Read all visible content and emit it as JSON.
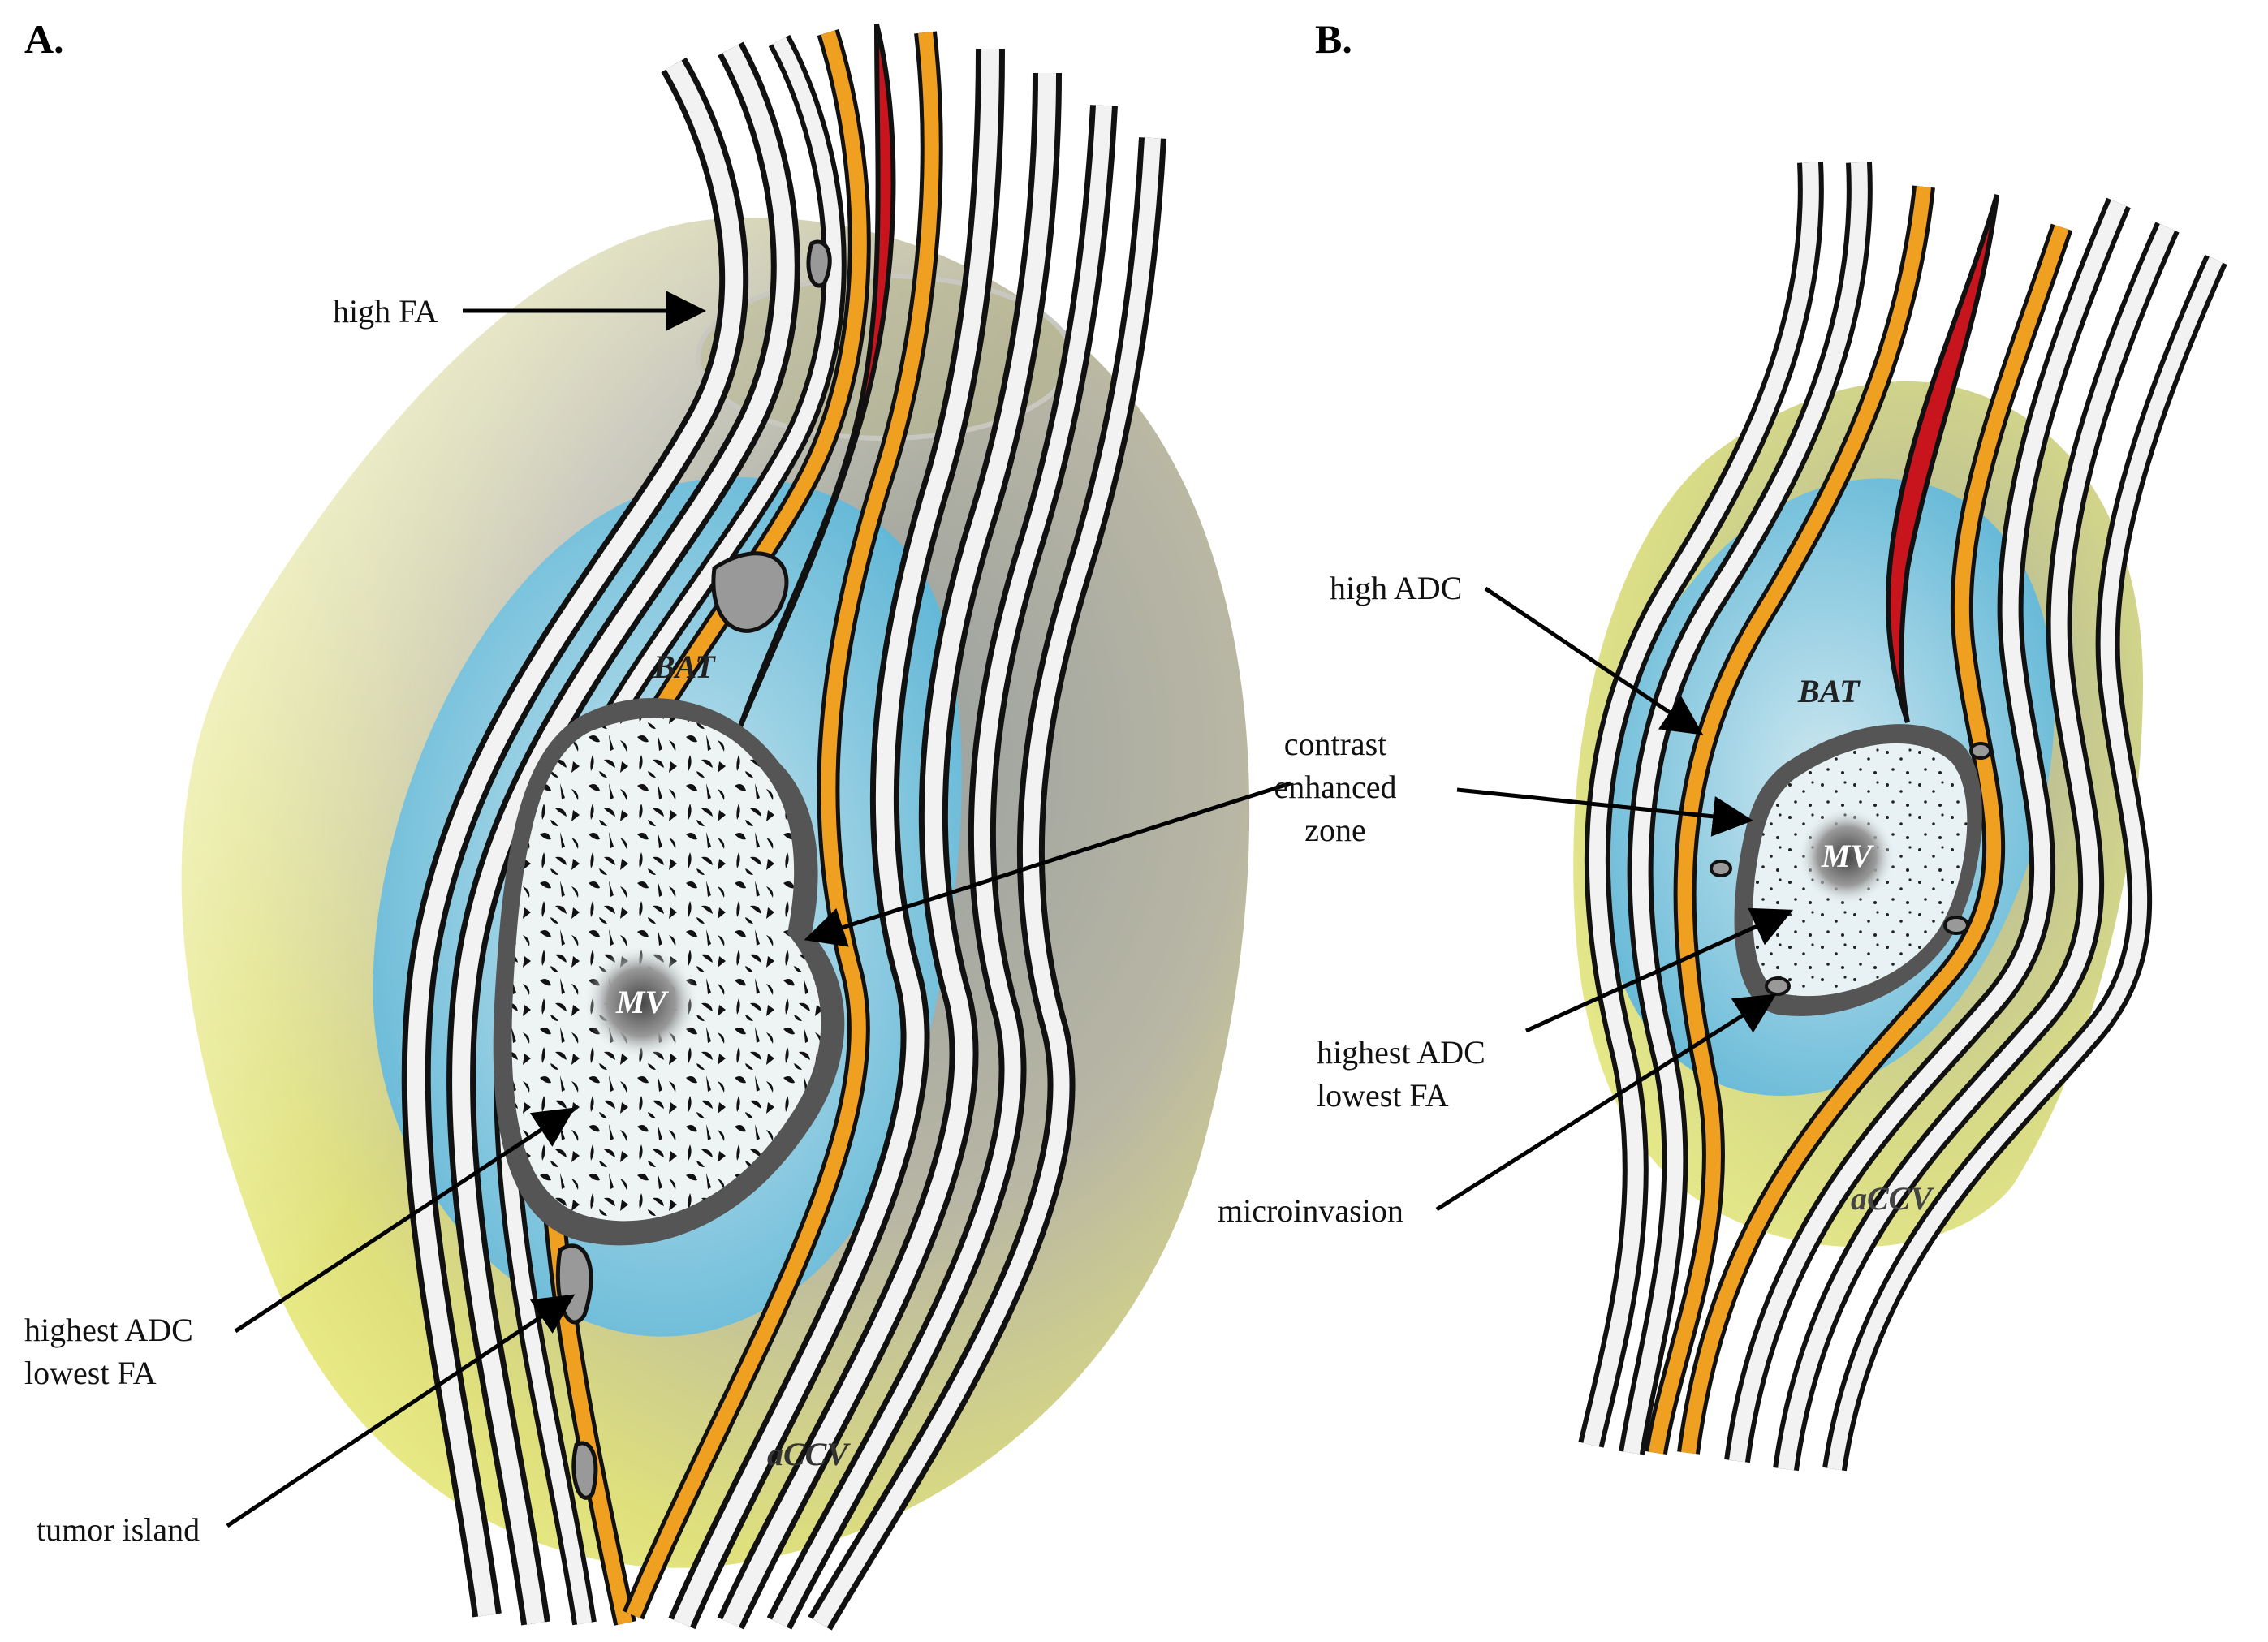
{
  "panels": {
    "a": {
      "panel_label": "A.",
      "labels": {
        "high_fa": "high FA",
        "highest_adc": "highest ADC",
        "lowest_fa": "lowest FA",
        "tumor_island": "tumor island",
        "contrast_1": "contrast",
        "contrast_2": "enhanced",
        "contrast_3": "zone"
      },
      "regions": {
        "bat": "BAT",
        "mv": "MV",
        "accv": "aCCV"
      }
    },
    "b": {
      "panel_label": "B.",
      "labels": {
        "high_adc": "high ADC",
        "highest_adc": "highest ADC",
        "lowest_fa": "lowest FA",
        "microinvasion": "microinvasion"
      },
      "regions": {
        "bat": "BAT",
        "mv": "MV",
        "accv": "aCCV"
      }
    }
  },
  "colors": {
    "fiber_black": "#111111",
    "fiber_white": "#f2f2f2",
    "fiber_orange": "#f0a020",
    "fiber_red": "#c8141c",
    "edema_yellow": "#e9ea8a",
    "bat_blue": "#7cc3dc",
    "tumor_fill": "#e6eff0",
    "contrast_rim": "#555555"
  }
}
